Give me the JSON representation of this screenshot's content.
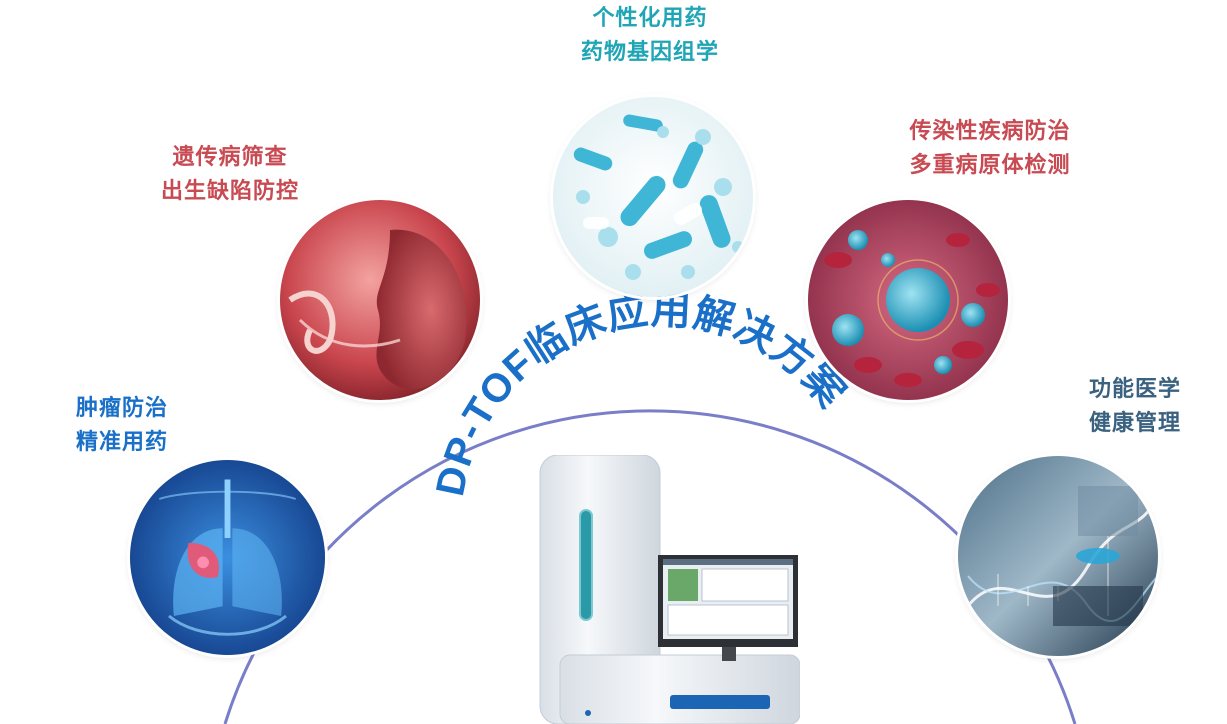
{
  "title": "DP-TOF临床应用解决方案",
  "colors": {
    "accent_blue": "#1a70c8",
    "teal": "#1fa5b5",
    "red": "#c84a52",
    "gray_blue": "#3a6280",
    "ring": "#7a7ec8"
  },
  "topics": [
    {
      "id": "pharmacogenomics",
      "line1": "个性化用药",
      "line2": "药物基因组学",
      "icon": "capsules-icon"
    },
    {
      "id": "genetic",
      "line1": "遗传病筛查",
      "line2": "出生缺陷防控",
      "icon": "fetus-icon"
    },
    {
      "id": "infection",
      "line1": "传染性疾病防治",
      "line2": "多重病原体检测",
      "icon": "pathogen-icon"
    },
    {
      "id": "tumor",
      "line1": "肿瘤防治",
      "line2": "精准用药",
      "icon": "lung-icon"
    },
    {
      "id": "functional",
      "line1": "功能医学",
      "line2": "健康管理",
      "icon": "dna-icon"
    }
  ]
}
